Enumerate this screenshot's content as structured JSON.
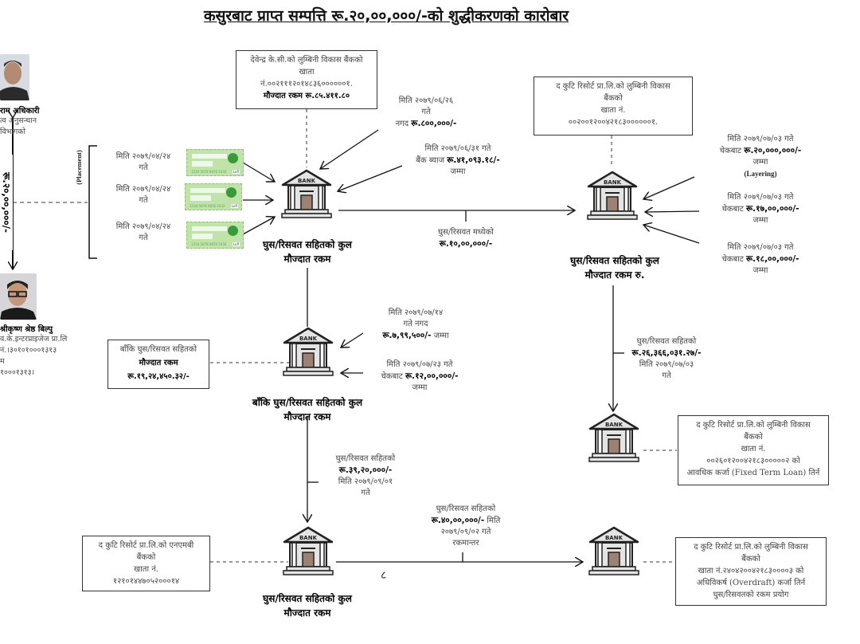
{
  "title": "कसुरबाट प्राप्त सम्पत्ति रू.२०,००,०००/-को शुद्धीकरणको कारोबार",
  "persons": [
    {
      "name": "राम अधिकारी",
      "lines": [
        "त्व अनुसन्धान",
        "विभागको"
      ],
      "photo_icon": "person-photo"
    },
    {
      "name": "श्रीकृष्ण श्रेष्ठ बिल्पु",
      "lines": [
        "व.के.इन्टरप्राइजेज प्रा.लि",
        "नं.।३०१०१०००१३१३",
        "म",
        "१०००१३१३।"
      ],
      "photo_icon": "person-photo"
    }
  ],
  "left_amount": "रू.२०,००,०००/-",
  "placement_label": "(Placement)",
  "layering_label": "(Layering)",
  "placement_dates": [
    {
      "line1": "मिति २०७९/०४/२४",
      "line2": "गते"
    },
    {
      "line1": "मिति २०७९/०४/२४",
      "line2": "गते"
    },
    {
      "line1": "मिति २०७९/०४/२४",
      "line2": "गते"
    }
  ],
  "cheque": {
    "number": "1234 5678 9876 5432",
    "sign": "Lofl"
  },
  "bank_label": "BANK",
  "top_box": {
    "line1": "देवेन्द्र के.सी.को लुम्बिनी विकास बैंकको",
    "line2": "खाता",
    "line3": "नं.००२१११२०१४८३६००००००१.",
    "balance": "मौज्दात रकम रू.८५.४११.८०"
  },
  "deposit_cash": {
    "line1": "मिति २०७९/०६/२६",
    "line2": "गते",
    "prefix": "नगद",
    "amount": "रू.८००,०००/-"
  },
  "deposit_interest": {
    "line1": "मिति २०७९/०६/३१ गते",
    "prefix": "बैंक ब्याज",
    "amount": "रू.४१,०९३.१८/-",
    "suffix": "जम्मा"
  },
  "bank1_caption": [
    "घुस/रिसवत सहितको कुल",
    "मौज्दात रकम"
  ],
  "transfer1": {
    "line1": "घुस/रिसवत मध्येको",
    "amount": "रू.१०,००,०००/-"
  },
  "resort_box1": {
    "line1": "द कुटि रिसोर्ट प्रा.लि.को लुम्बिनी विकास",
    "line2": "बैंकको",
    "line3": "खाता नं.",
    "line4": "००२००१२००४२१८३००००००१."
  },
  "layering_deposits": [
    {
      "line1": "मिति २०७९/०७/०३ गते",
      "prefix": "चेकबाट",
      "amount": "रू.२०,०००,०००/-",
      "suffix": "जम्मा"
    },
    {
      "line1": "मिति २०७९/०७/०३ गते",
      "prefix": "चेकबाट",
      "amount": "रू.१७,००,०००/-",
      "suffix": "जम्मा"
    },
    {
      "line1": "मिति २०७९/०७/०३ गते",
      "prefix": "चेकबाट",
      "amount": "रू.१८,००,०००/-",
      "suffix": "जम्मा"
    }
  ],
  "bank2_caption": [
    "घुस/रिसवत सहितको कुल",
    "मौज्दात रकम रु."
  ],
  "transfer2": {
    "line1": "घुस/रिसवत सहितको",
    "amount": "रू.२६,३६६,०३१.२७/-",
    "line3": "मिति २०७९/०७/०३",
    "line4": "गते"
  },
  "resort_box2": {
    "line1": "द कुटि रिसोर्ट प्रा.लि.को लुम्बिनी विकास",
    "line2": "बैंकको",
    "line3": "खाता नं.",
    "line4": "००२६०१२००४२१८३०००००२ को",
    "line5": "आवधिक कर्जा (Fixed Term Loan) तिर्न"
  },
  "remaining_box": {
    "line1": "बाँकि घुस/रिसवत सहितको",
    "line2": "मौज्दात रकम",
    "amount": "रू.१९,२४,४५०.३२/-"
  },
  "deposit_cash2": {
    "line1": "मिति २०७९/०७/१४",
    "line2": "गते नगद",
    "amount": "रू.७,९९,५००/-",
    "suffix": "जम्मा"
  },
  "deposit_cheque2": {
    "line1": "मिति २०७९/०७/२३ गते",
    "prefix": "चेकबाट",
    "amount": "रू.१२,००,०००/-",
    "suffix": "जम्मा"
  },
  "bank3_caption": [
    "बाँकि घुस/रिसवत सहितको कुल",
    "मौज्दात रकम"
  ],
  "transfer3": {
    "line1": "घुस/रिसवत सहितको",
    "amount": "रू.३९,२०,०००/-",
    "line3": "मिति २०७९/०९/०१",
    "line4": "गते"
  },
  "nmb_box": {
    "line1": "द कुटि रिसोर्ट प्रा.लि.को एनएमबी",
    "line2": "बैंकको",
    "line3": "खाता नं.",
    "line4": "१२१०१४४७०५२०००१४"
  },
  "bank4_caption": [
    "घुस/रिसवत सहितको कुल",
    "मौज्दात रकम"
  ],
  "transfer4": {
    "line1": "घुस/रिसवत सहितको",
    "amount": "रू.४०,००,०००/-",
    "amount_suffix": "मिति",
    "line3": "२०७९/०९/०२ गते",
    "line4": "रकमान्तर"
  },
  "page_number": "८",
  "resort_box3": {
    "line1": "द कुटि रिसोर्ट प्रा.लि.को लुम्बिनी विकास",
    "line2": "बैंकको",
    "line3": "खाता नं.२४०४२००४२१८३००००३ को",
    "line4": "अधिविकर्ष (Overdraft) कर्जा तिर्न",
    "line5": "घुस/रिसवतको रकम प्रयोग"
  }
}
